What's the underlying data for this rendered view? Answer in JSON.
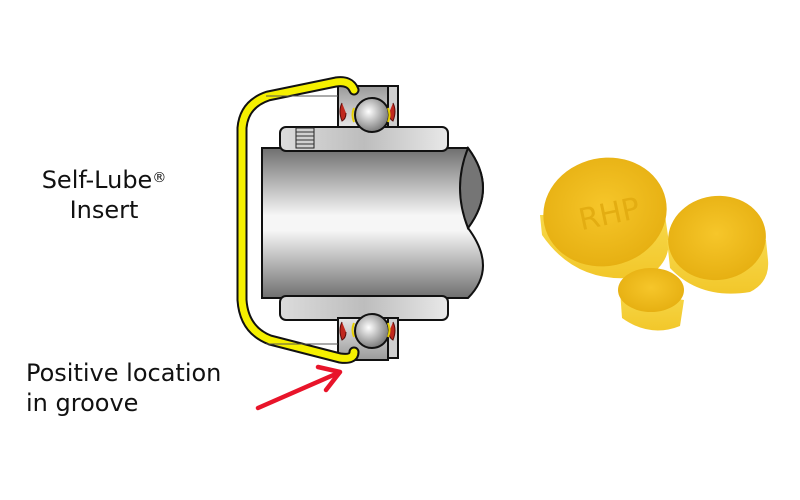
{
  "labels": {
    "self_lube_line1": "Self-Lube",
    "self_lube_mark": "®",
    "self_lube_line2": "Insert",
    "positive_line1": "Positive location",
    "positive_line2": "in groove"
  },
  "diagram": {
    "components": [
      "yellow-insert-cap",
      "bearing-outer-ring",
      "ball",
      "seals",
      "inner-ring",
      "set-screw",
      "shaft"
    ],
    "colors": {
      "insert_yellow": "#f5f000",
      "arrow_red": "#e8142a",
      "seal_red": "#c0281e",
      "steel_dark": "#7a7a7a",
      "steel_light": "#f4f4f4"
    }
  },
  "photo": {
    "caption": "",
    "items": [
      "large-yellow-cap",
      "medium-yellow-cap",
      "small-yellow-cap"
    ],
    "embossed_text": "RHP",
    "color": "#f2c21a"
  }
}
